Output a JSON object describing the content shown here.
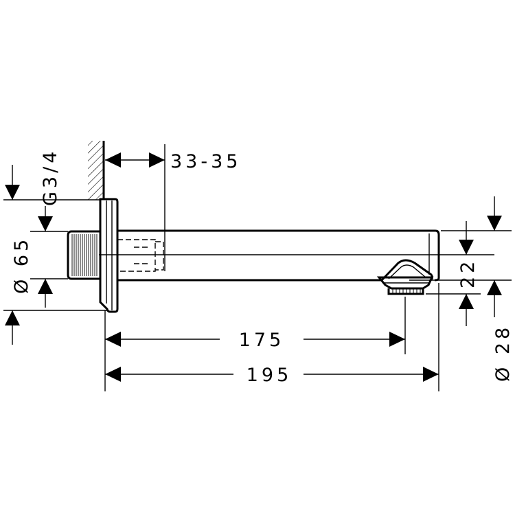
{
  "dimensions": {
    "wall_depth": "33-35",
    "thread": "G3/4",
    "flange_diameter": "Ø 65",
    "outlet_height": "22",
    "spout_diameter": "Ø 28",
    "outlet_distance": "175",
    "total_length": "195"
  },
  "colors": {
    "line": "#000000",
    "background": "#ffffff"
  }
}
